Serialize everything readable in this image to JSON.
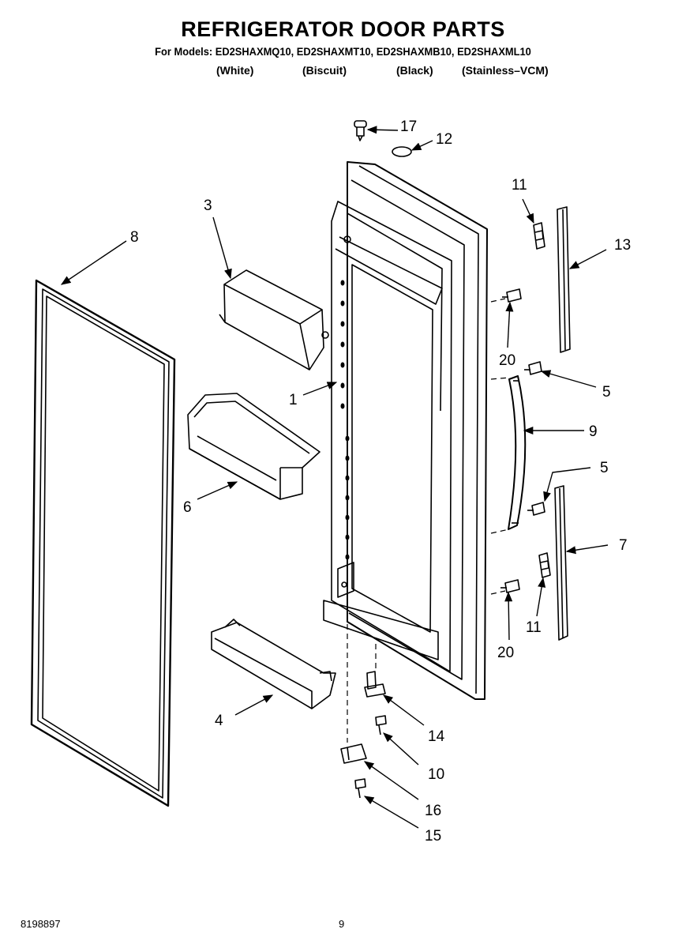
{
  "header": {
    "title": "REFRIGERATOR DOOR PARTS",
    "models_line": "For Models: ED2SHAXMQ10, ED2SHAXMT10, ED2SHAXMB10, ED2SHAXML10",
    "colors": [
      "(White)",
      "(Biscuit)",
      "(Black)",
      "(Stainless–VCM)"
    ]
  },
  "callouts": [
    "17",
    "12",
    "11",
    "3",
    "8",
    "13",
    "20",
    "5",
    "1",
    "9",
    "6",
    "5",
    "7",
    "11",
    "20",
    "4",
    "14",
    "10",
    "16",
    "15"
  ],
  "footer": {
    "doc_number": "8198897",
    "page_number": "9"
  }
}
